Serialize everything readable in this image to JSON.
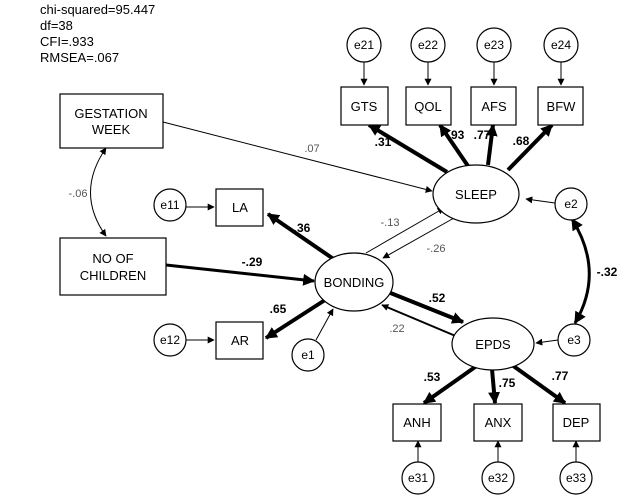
{
  "fit_stats": {
    "chi_squared": "chi-squared=95.447",
    "df": "df=38",
    "cfi": "CFI=.933",
    "rmsea": "RMSEA=.067"
  },
  "observed": {
    "gestation_week": [
      "GESTATION",
      "WEEK"
    ],
    "no_of_children": [
      "NO OF",
      "CHILDREN"
    ],
    "gts": "GTS",
    "qol": "QOL",
    "afs": "AFS",
    "bfw": "BFW",
    "la": "LA",
    "ar": "AR",
    "anh": "ANH",
    "anx": "ANX",
    "dep": "DEP"
  },
  "latent": {
    "sleep": "SLEEP",
    "bonding": "BONDING",
    "epds": "EPDS"
  },
  "errors": {
    "e21": "e21",
    "e22": "e22",
    "e23": "e23",
    "e24": "e24",
    "e11": "e11",
    "e12": "e12",
    "e1": "e1",
    "e2": "e2",
    "e3": "e3",
    "e31": "e31",
    "e32": "e32",
    "e33": "e33"
  },
  "coefficients": {
    "gestation_sleep": ".07",
    "gestation_children": "-.06",
    "children_bonding": "-.29",
    "sleep_gts": ".31",
    "sleep_qol": ".93",
    "sleep_afs": ".77",
    "sleep_bfw": ".68",
    "bonding_la": ".36",
    "bonding_ar": ".65",
    "bonding_sleep": "-.13",
    "sleep_bonding": "-.26",
    "bonding_epds": ".52",
    "epds_bonding": ".22",
    "e2_e3": "-.32",
    "epds_anh": ".53",
    "epds_anx": ".75",
    "epds_dep": ".77"
  }
}
